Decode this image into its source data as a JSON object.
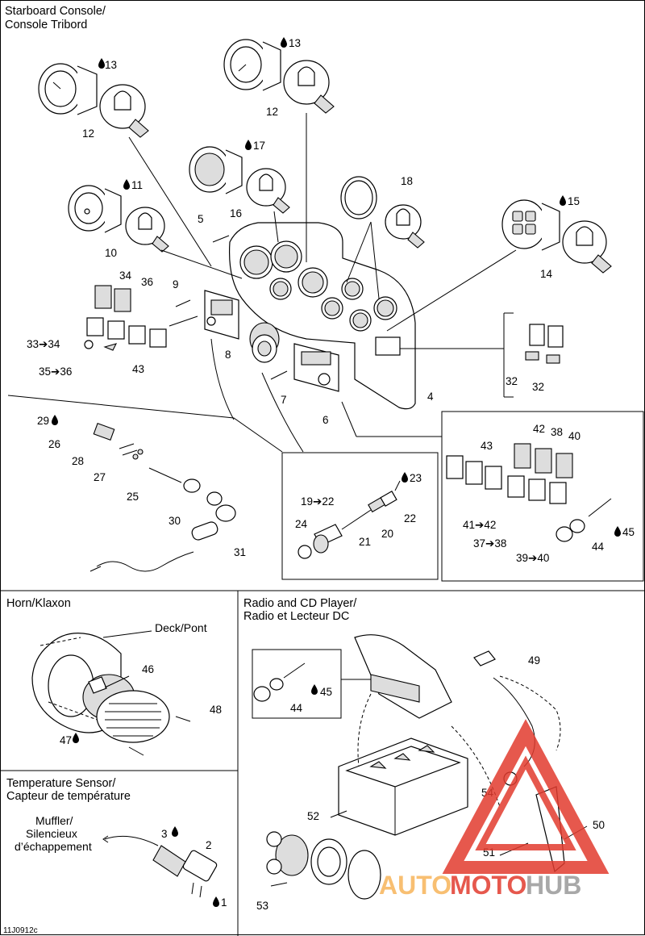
{
  "sections": {
    "starboard": {
      "title_line1": "Starboard Console/",
      "title_line2": "Console Tribord"
    },
    "horn": {
      "title": "Horn/Klaxon",
      "deck_label": "Deck/Pont"
    },
    "radio": {
      "title_line1": "Radio and CD Player/",
      "title_line2": "Radio et Lecteur DC"
    },
    "temp": {
      "title_line1": "Temperature Sensor/",
      "title_line2": "Capteur de température",
      "muffler_line1": "Muffler/",
      "muffler_line2": "Silencieux",
      "muffler_line3": "d’échappement"
    }
  },
  "callouts": {
    "c12a": "12",
    "c12b": "12",
    "c13a": "13",
    "c13b": "13",
    "c17": "17",
    "c16": "16",
    "c11": "11",
    "c10": "10",
    "c18": "18",
    "c15": "15",
    "c14": "14",
    "c5": "5",
    "c9": "9",
    "c34": "34",
    "c36": "36",
    "c33_34": "33➔34",
    "c35_36": "35➔36",
    "c43a": "43",
    "c8": "8",
    "c7": "7",
    "c6": "6",
    "c4": "4",
    "c32a": "32",
    "c32b": "32",
    "c29": "29",
    "c26": "26",
    "c28": "28",
    "c27": "27",
    "c25": "25",
    "c30": "30",
    "c31": "31",
    "c23": "23",
    "c19_22": "19➔22",
    "c22": "22",
    "c24": "24",
    "c21": "21",
    "c20": "20",
    "c42": "42",
    "c38": "38",
    "c40": "40",
    "c43b": "43",
    "c41_42": "41➔42",
    "c37_38": "37➔38",
    "c39_40": "39➔40",
    "c44a": "44",
    "c45a": "45",
    "c46": "46",
    "c48": "48",
    "c47": "47",
    "c49": "49",
    "c45b": "45",
    "c44b": "44",
    "c54": "54",
    "c52": "52",
    "c50": "50",
    "c51": "51",
    "c53": "53",
    "c3": "3",
    "c2": "2",
    "c1": "1"
  },
  "watermark": {
    "part1": "AUTO",
    "part2": "MOTO",
    "part3": "HUB"
  },
  "figure_code": "11J0912c",
  "colors": {
    "watermark_orange": "#f7b45a",
    "watermark_red": "#e23b2e",
    "watermark_gray": "#9a9a9a"
  }
}
